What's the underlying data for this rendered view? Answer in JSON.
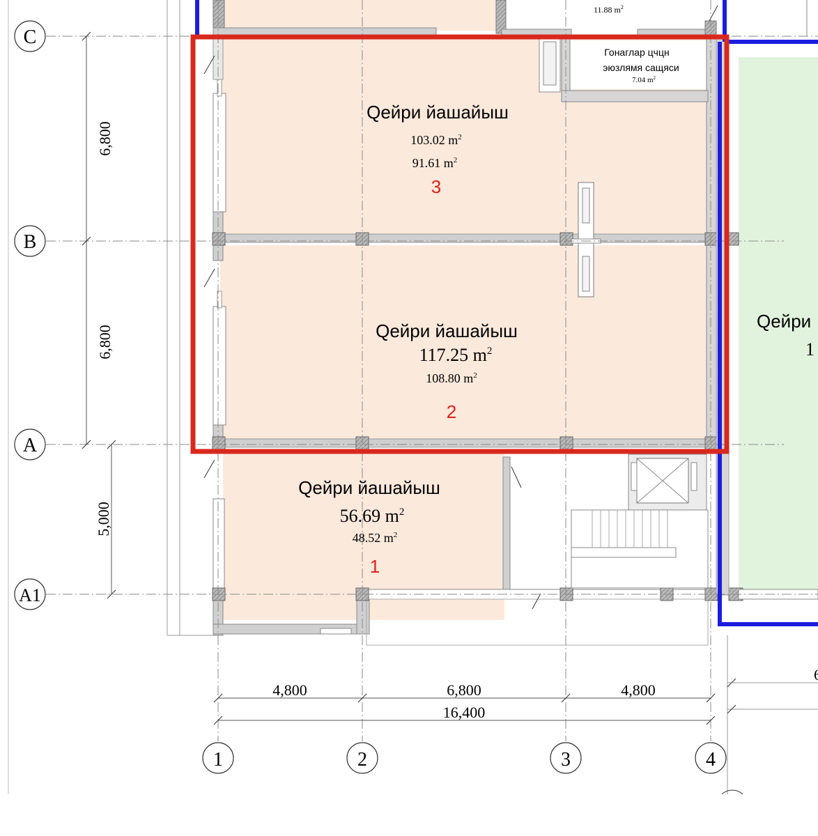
{
  "grid": {
    "rows": [
      {
        "label": "C"
      },
      {
        "label": "B"
      },
      {
        "label": "A"
      },
      {
        "label": "A1"
      }
    ],
    "columns": [
      {
        "label": "1"
      },
      {
        "label": "2"
      },
      {
        "label": "3"
      },
      {
        "label": "4"
      }
    ]
  },
  "dimensions": {
    "left": [
      "6,800",
      "6,800",
      "5,000"
    ],
    "bottom_spans": [
      "4,800",
      "6,800",
      "4,800"
    ],
    "bottom_total": "16,400",
    "right_partial": "6"
  },
  "rooms": [
    {
      "id": "3",
      "name": "Qейри йашайыш",
      "area": "103.02 m",
      "net_area": "91.61 m",
      "number": "3"
    },
    {
      "id": "2",
      "name": "Qейри йашайыш",
      "area": "117.25 m",
      "net_area": "108.80 m",
      "number": "2"
    },
    {
      "id": "1",
      "name": "Qейри йашайыш",
      "area": "56.69 m",
      "net_area": "48.52 m",
      "number": "1"
    }
  ],
  "sup": "2",
  "small_room": {
    "line1": "Гонаглар цчцн",
    "line2": "эюзлямя сащяси",
    "area": "7.04 m"
  },
  "top_room_area": "11.88 m",
  "right_room": {
    "name": "Qейри",
    "area_partial": "1"
  },
  "colors": {
    "room_fill": "#fbe9dc",
    "green_fill": "#e2f3dd",
    "selection_red": "#d9281e",
    "adjacent_blue": "#1c1ce0",
    "wall_grey": "#9a9a9a"
  }
}
